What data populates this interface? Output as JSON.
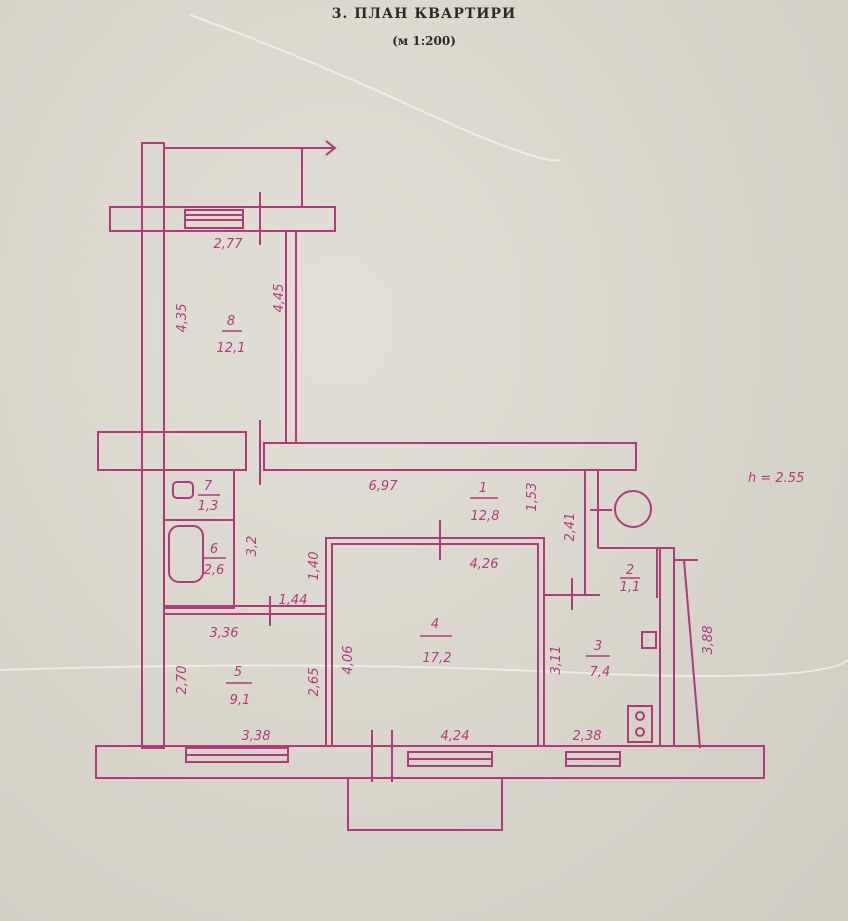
{
  "header": {
    "title": "3. ПЛАН КВАРТИРИ",
    "scale": "(м 1:200)"
  },
  "plan": {
    "ink_color": "#b23a78",
    "paper_color": "#dcdad0",
    "ceiling_height": "h = 2.55",
    "rooms": [
      {
        "number": "1",
        "area": "12,8"
      },
      {
        "number": "2",
        "area": "1,1"
      },
      {
        "number": "3",
        "area": "7,4"
      },
      {
        "number": "4",
        "area": "17,2"
      },
      {
        "number": "5",
        "area": "9,1"
      },
      {
        "number": "6",
        "area": "2,6"
      },
      {
        "number": "7",
        "area": "1,3"
      },
      {
        "number": "8",
        "area": "12,1"
      }
    ],
    "dimensions": {
      "balcony_width": "2,77",
      "room8_left": "4,35",
      "room8_right": "4,45",
      "hall_length": "6,97",
      "hall_side": "1,53",
      "hall_right": "2,41",
      "room4_top": "4,26",
      "hall_left": "1,40",
      "bath_side": "3,2",
      "corridor_small": "1,44",
      "room5_top": "3,36",
      "room5_left": "2,70",
      "room5_right": "2,65",
      "room4_left": "4,06",
      "room3_left": "3,11",
      "outer_right": "3,88",
      "room5_bottom": "3,38",
      "room4_bottom": "4,24",
      "room3_bottom": "2,38"
    }
  }
}
